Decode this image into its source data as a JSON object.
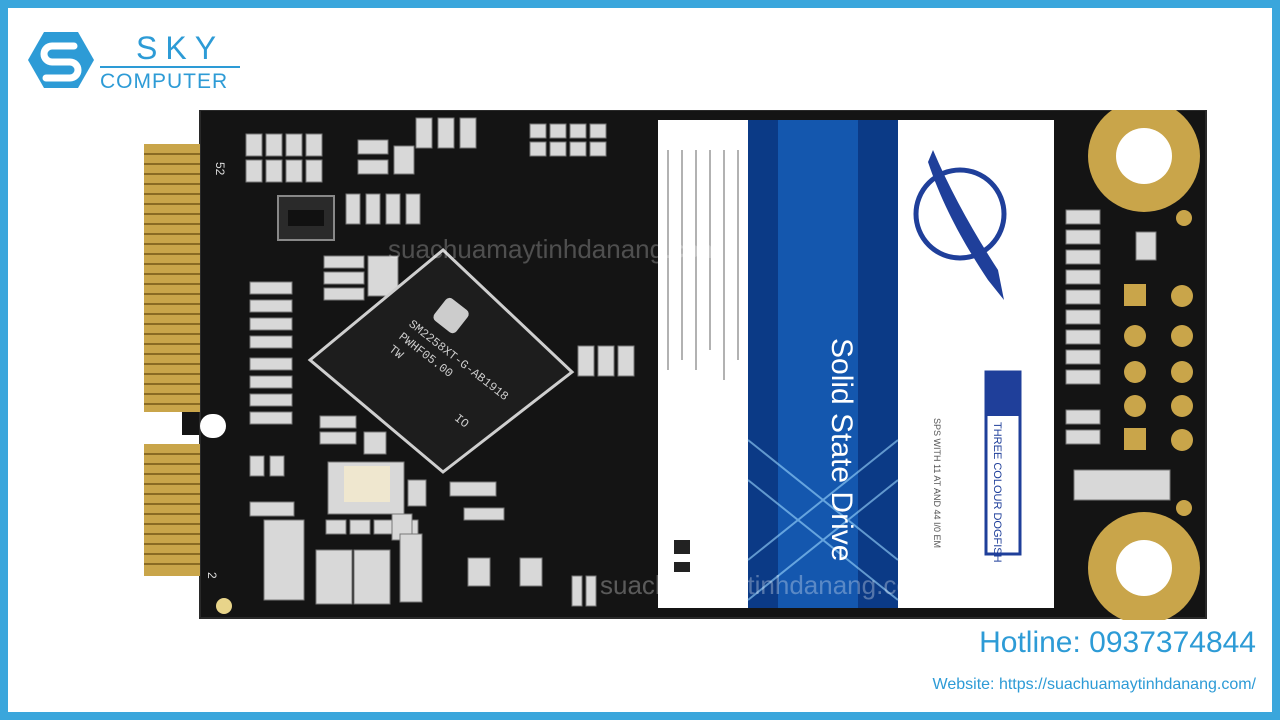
{
  "brand": {
    "name_top": "SKY",
    "name_bottom": "COMPUTER",
    "color": "#2d9bd6"
  },
  "product": {
    "chip_text_line1": "SM2258XT-G-AB",
    "chip_text_line2": "PWHF05.00",
    "chip_text_line3": "TW",
    "chip_code": "1918",
    "chip_code2": "IO",
    "pin_label_top": "52",
    "pin_label_bottom": "2",
    "label_title": "Solid State Drive",
    "label_brand": "THREE COLOUR DOGFISH",
    "label_subtext": "SPS WITH 11 AT AND 44 I/0 EM",
    "pcb_color": "#141414",
    "gold_color": "#c9a54a"
  },
  "watermark": {
    "text_upper": "suachuamaytinhdanang.com",
    "text_lower": "suachuamaytinhdanang.com"
  },
  "contact": {
    "hotline": "Hotline: 0937374844",
    "website": "Website: https://suachuamaytinhdanang.com/"
  }
}
